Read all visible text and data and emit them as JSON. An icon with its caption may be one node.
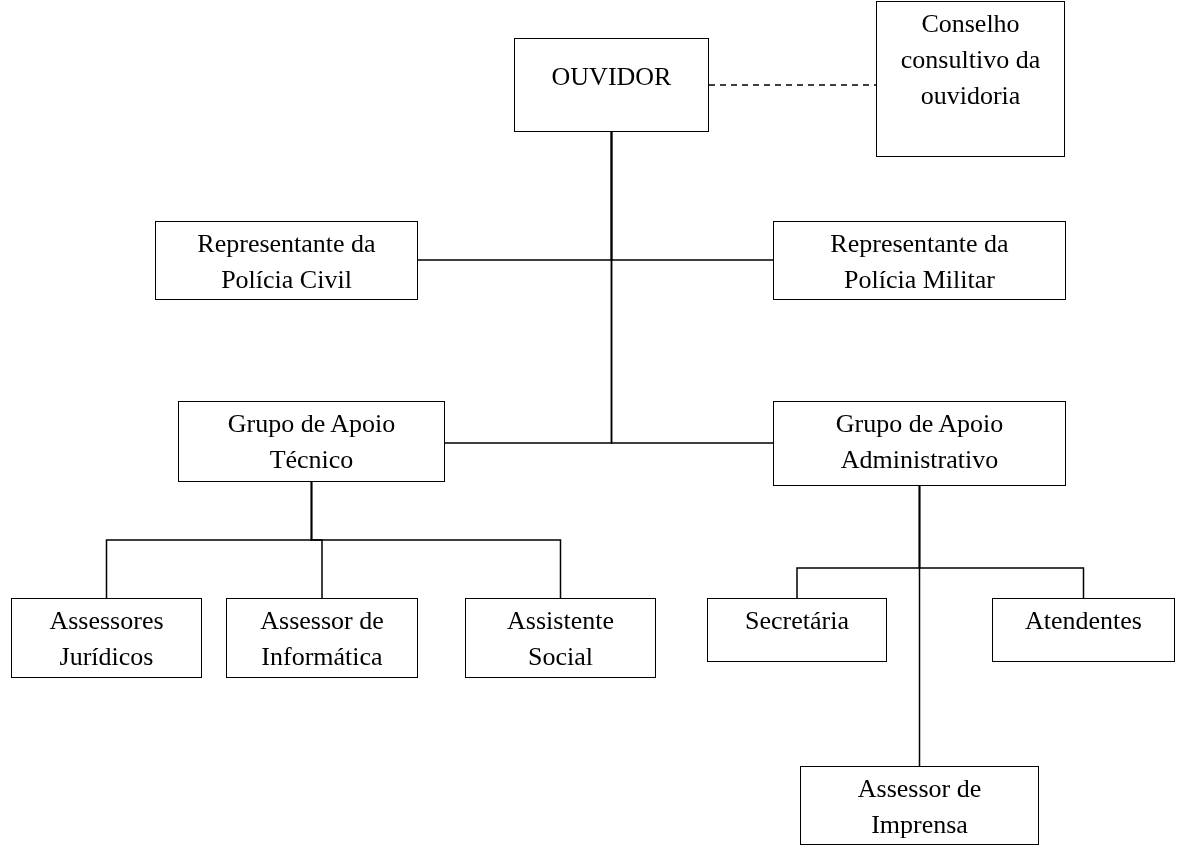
{
  "diagram": {
    "nodes": [
      {
        "text": [
          "OUVIDOR"
        ]
      },
      {
        "text": [
          "Conselho consultivo da ouvidoria"
        ]
      },
      {
        "text": [
          "Representante da Polícia Civil"
        ]
      },
      {
        "text": [
          "Representante da Polícia Militar"
        ]
      },
      {
        "text": [
          "Grupo de Apoio Técnico"
        ]
      },
      {
        "text": [
          "Grupo de Apoio Administrativo"
        ]
      },
      {
        "text": [
          "Assessores Jurídicos"
        ]
      },
      {
        "text": [
          "Assessor de Informática"
        ]
      },
      {
        "text": [
          "Assistente Social"
        ]
      },
      {
        "text": [
          "Secretária"
        ]
      },
      {
        "text": [
          "Atendentes"
        ]
      },
      {
        "text": [
          "Assessor de Imprensa"
        ]
      }
    ],
    "edges": [
      {
        "from": 0,
        "to": 1,
        "arrow": "none",
        "style": "dashed"
      },
      {
        "from": 0,
        "to": 2,
        "arrow": "none"
      },
      {
        "from": 0,
        "to": 3,
        "arrow": "none"
      },
      {
        "from": 0,
        "to": 4,
        "arrow": "none"
      },
      {
        "from": 0,
        "to": 5,
        "arrow": "none"
      },
      {
        "from": 4,
        "to": 6,
        "arrow": "none"
      },
      {
        "from": 4,
        "to": 7,
        "arrow": "none"
      },
      {
        "from": 4,
        "to": 8,
        "arrow": "none"
      },
      {
        "from": 5,
        "to": 9,
        "arrow": "none"
      },
      {
        "from": 5,
        "to": 10,
        "arrow": "none"
      },
      {
        "from": 5,
        "to": 11,
        "arrow": "none"
      }
    ]
  }
}
